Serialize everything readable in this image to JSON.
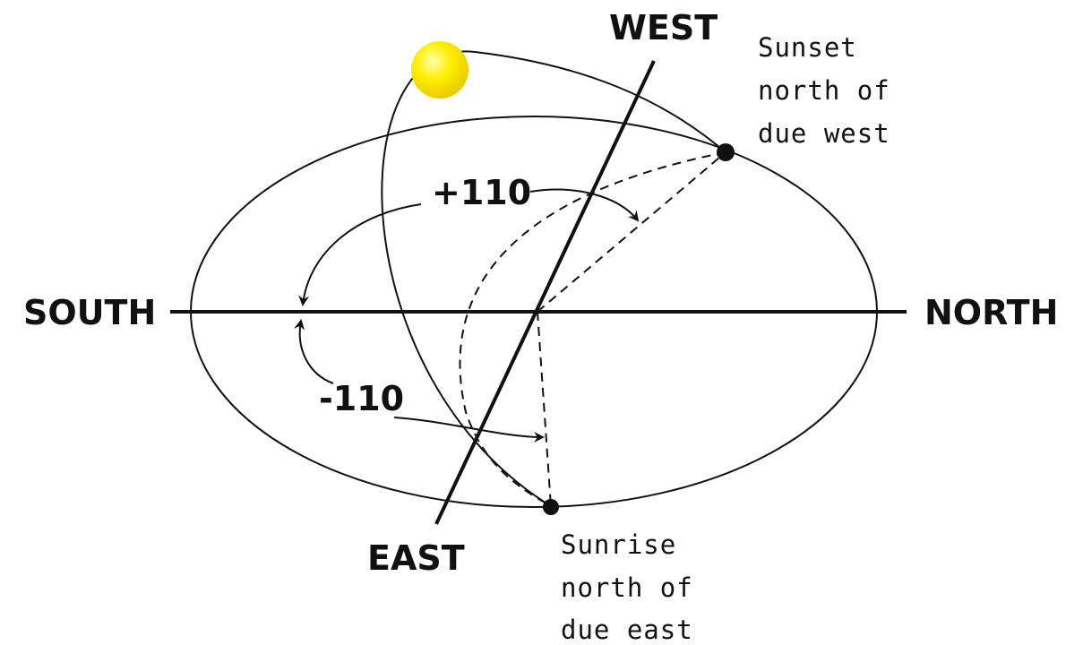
{
  "directions": {
    "west": "WEST",
    "east": "EAST",
    "south": "SOUTH",
    "north": "NORTH"
  },
  "angles": {
    "positive": "+110",
    "negative": "-110"
  },
  "notes": {
    "sunset": [
      "Sunset",
      "north of",
      "due west"
    ],
    "sunrise": [
      "Sunrise",
      "north of",
      "due east"
    ]
  },
  "colors": {
    "sun_fill": "#ffee00",
    "sun_highlight": "#ffffb0",
    "stroke": "#111111",
    "background": "#ffffff"
  }
}
